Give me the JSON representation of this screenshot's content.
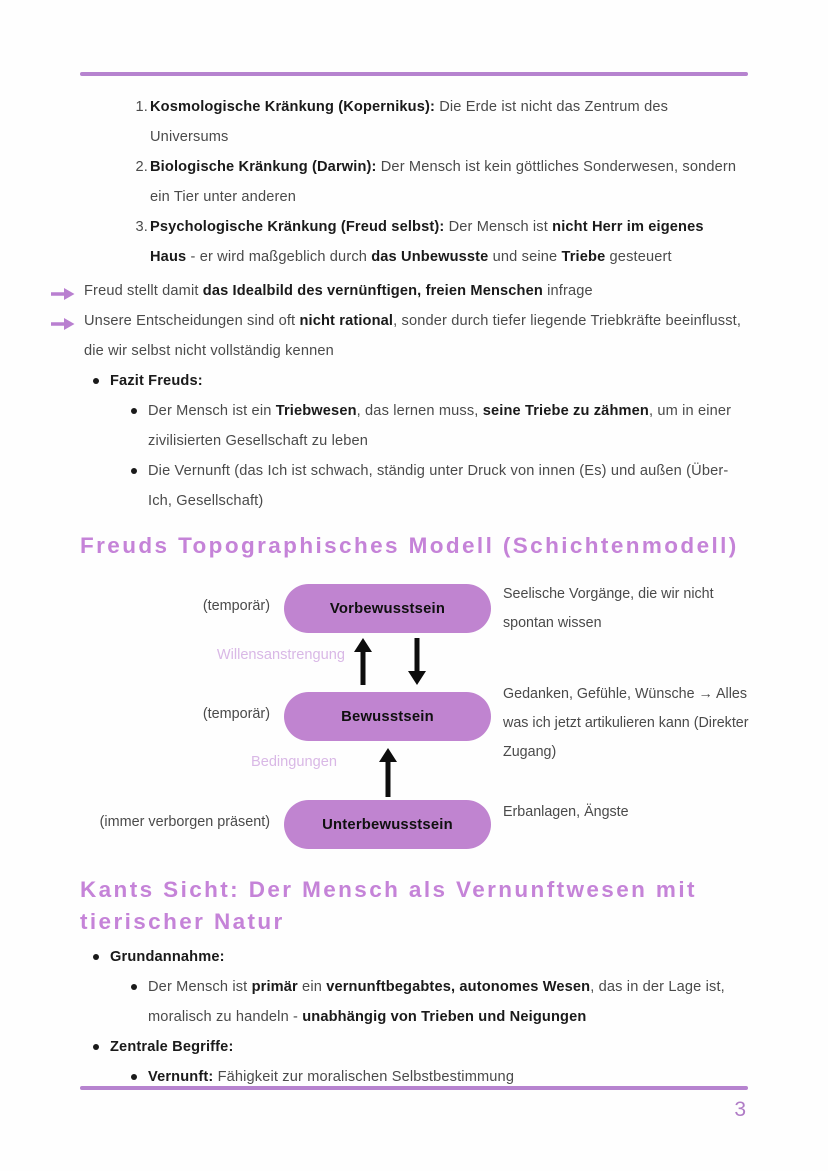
{
  "page": {
    "number": "3",
    "accent_color": "#b683cf",
    "heading_color": "#c583d8",
    "node_color": "#c084d0"
  },
  "numbered_list": [
    {
      "marker": "1.",
      "bold_lead": "Kosmologische Kränkung (Kopernikus):",
      "rest": " Die Erde ist nicht das Zentrum des Universums"
    },
    {
      "marker": "2.",
      "bold_lead": "Biologische Kränkung (Darwin):",
      "rest": " Der Mensch ist kein göttliches Sonderwesen, sondern ein Tier unter anderen"
    },
    {
      "marker": "3.",
      "bold_lead": "Psychologische Kränkung (Freud selbst):",
      "rest_a": " Der Mensch ist ",
      "bold_a": "nicht Herr im eigenes Haus",
      "rest_b": " - er wird maßgeblich durch ",
      "bold_b": "das Unbewusste",
      "rest_c": " und seine ",
      "bold_c": "Triebe",
      "rest_d": " gesteuert"
    }
  ],
  "arrow_points": [
    {
      "icon": "arrow-right-icon",
      "pre": "Freud stellt damit ",
      "bold": "das Idealbild des vernünftigen, freien Menschen",
      "post": " infrage"
    },
    {
      "icon": "arrow-right-icon",
      "pre": "Unsere Entscheidungen sind oft ",
      "bold": "nicht rational",
      "post": ", sonder durch tiefer liegende Triebkräfte beeinflusst, die wir selbst nicht vollständig kennen"
    }
  ],
  "fazit": {
    "heading": "Fazit Freuds:",
    "items": [
      {
        "pre": "Der Mensch ist ein ",
        "bold_a": "Triebwesen",
        "mid": ", das lernen muss, ",
        "bold_b": "seine Triebe zu zähmen",
        "post": ", um in einer zivilisierten Gesellschaft zu leben"
      },
      {
        "text": "Die Vernunft (das Ich ist schwach, ständig unter Druck von innen (Es) und außen (Über-Ich, Gesellschaft)"
      }
    ]
  },
  "topographic": {
    "heading": "Freuds Topographisches Modell (Schichtenmodell)",
    "nodes": [
      {
        "label": "Vorbewusstsein",
        "side_label": "(temporär)",
        "description": "Seelische Vorgänge, die wir nicht spontan wissen"
      },
      {
        "label": "Bewusstsein",
        "side_label": "(temporär)",
        "description": "Gedanken, Gefühle, Wünsche → Alles was ich jetzt artikulieren kann (Direkter Zugang)"
      },
      {
        "label": "Unterbewusstsein",
        "side_label": "(immer verborgen präsent)",
        "description": "Erbanlagen, Ängste"
      }
    ],
    "flow_labels": [
      "Willensanstrengung",
      "Bedingungen"
    ],
    "arrows": [
      {
        "name": "arrow-up-icon",
        "direction": "up"
      },
      {
        "name": "arrow-down-icon",
        "direction": "down"
      },
      {
        "name": "arrow-up-icon",
        "direction": "up"
      }
    ]
  },
  "kant": {
    "heading": "Kants Sicht: Der Mensch als Vernunftwesen mit tierischer Natur",
    "groups": [
      {
        "heading": "Grundannahme:",
        "items": [
          {
            "pre": "Der Mensch ist ",
            "bold_a": "primär",
            "mid_a": " ein ",
            "bold_b": "vernunftbegabtes, autonomes Wesen",
            "mid_b": ", das in der Lage ist, moralisch zu handeln - ",
            "bold_c": "unabhängig von Trieben und Neigungen",
            "post": ""
          }
        ]
      },
      {
        "heading": "Zentrale Begriffe:",
        "items": [
          {
            "bold_lead": "Vernunft:",
            "rest": " Fähigkeit zur moralischen Selbstbestimmung"
          }
        ]
      }
    ]
  }
}
